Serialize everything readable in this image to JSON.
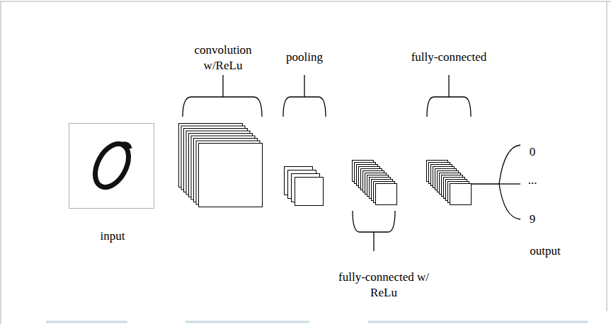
{
  "diagram": {
    "nodes": [
      {
        "text": [
          "input"
        ]
      },
      {
        "text": [
          "convolution w/ReLu"
        ]
      },
      {
        "text": [
          "pooling"
        ]
      },
      {
        "text": [
          "fully-connected w/ ReLu"
        ]
      },
      {
        "text": [
          "fully-connected"
        ]
      }
    ],
    "labels": [
      "0",
      "...",
      "9",
      "output"
    ]
  }
}
